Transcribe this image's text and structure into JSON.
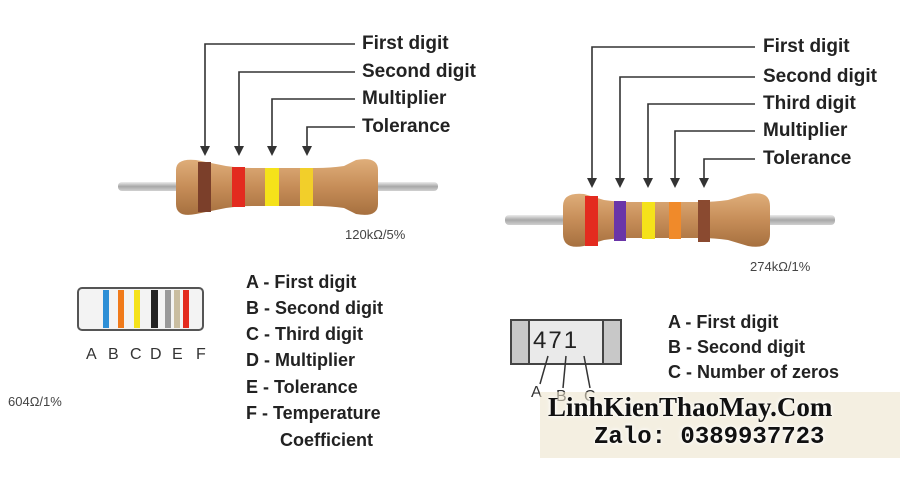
{
  "resistor_4band": {
    "labels": [
      "First digit",
      "Second digit",
      "Multiplier",
      "Tolerance"
    ],
    "value": "120kΩ/5%",
    "band_colors": [
      "#7b3f2a",
      "#e32b1f",
      "#f5e21a",
      "#f2cf2a"
    ]
  },
  "resistor_5band": {
    "labels": [
      "First digit",
      "Second digit",
      "Third digit",
      "Multiplier",
      "Tolerance"
    ],
    "value": "274kΩ/1%",
    "band_colors": [
      "#e32b1f",
      "#6a35a8",
      "#f5e21a",
      "#f08a2a",
      "#8a4a30"
    ]
  },
  "resistor_6band": {
    "letters": [
      "A",
      "B",
      "C",
      "D",
      "E",
      "F"
    ],
    "value": "604Ω/1%",
    "band_colors": [
      "#2d8fd6",
      "#f07a1a",
      "#f5e21a",
      "#222222",
      "#999999",
      "#c9bda0",
      "#e32b1f"
    ],
    "legend": [
      "A - First digit",
      "B - Second digit",
      "C - Third digit",
      "D - Multiplier",
      "E - Tolerance",
      "F - Temperature",
      "Coefficient"
    ]
  },
  "smd": {
    "marking": "471",
    "letters": [
      "A",
      "B",
      "C"
    ],
    "legend": [
      "A - First digit",
      "B - Second digit",
      "C - Number of zeros"
    ]
  },
  "watermark": {
    "site": "LinhKienThaoMay.Com",
    "phone": "Zalo: 0389937723"
  }
}
